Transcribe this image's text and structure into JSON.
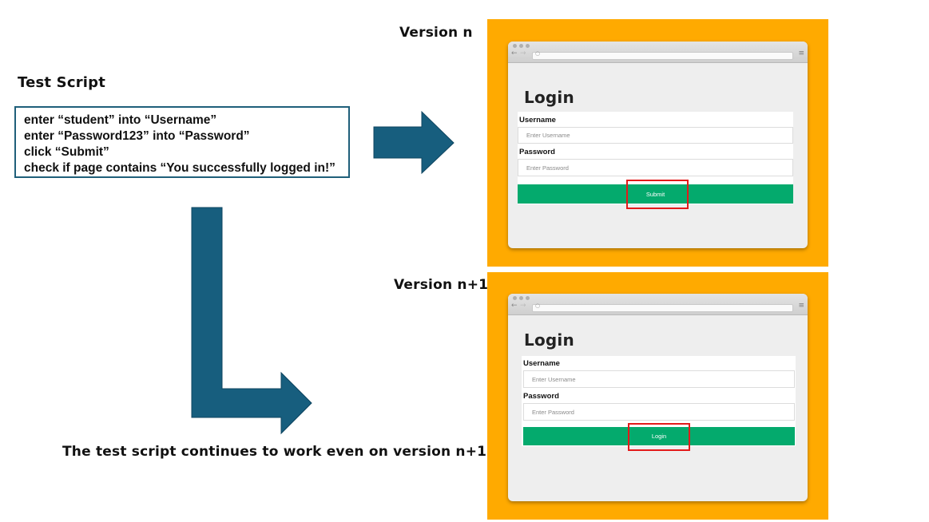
{
  "script": {
    "title": "Test Script",
    "lines": [
      "enter “student” into “Username”",
      "enter “Password123” into “Password”",
      "click “Submit”",
      "check if page contains “You successfully logged in!”"
    ]
  },
  "caption": "The test script continues to work even on version n+1",
  "colors": {
    "panel": "#ffaa00",
    "arrow": "#175e7e",
    "button": "#04aa6d",
    "highlight": "#e31a1a"
  },
  "version_n": {
    "label": "Version n",
    "title": "Login",
    "username_label": "Username",
    "username_placeholder": "Enter Username",
    "password_label": "Password",
    "password_placeholder": "Enter Password",
    "button_label": "Submit"
  },
  "version_n1": {
    "label": "Version n+1",
    "title": "Login",
    "username_label": "Username",
    "username_placeholder": "Enter Username",
    "password_label": "Password",
    "password_placeholder": "Enter Password",
    "button_label": "Login"
  }
}
